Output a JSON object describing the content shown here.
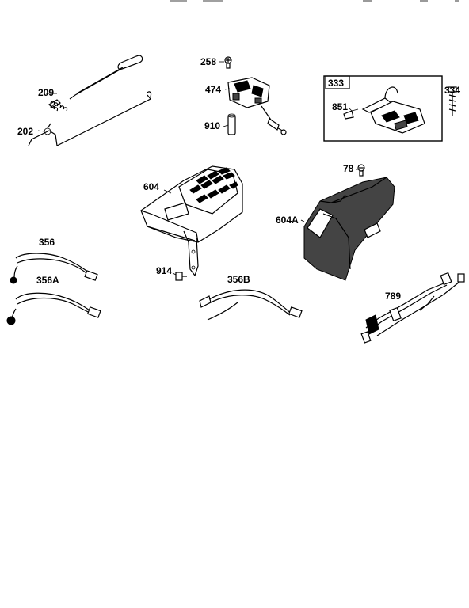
{
  "labels": {
    "p209": "209",
    "p202": "202",
    "p258": "258",
    "p474": "474",
    "p910": "910",
    "p333": "333",
    "p851": "851",
    "p334": "334",
    "p604": "604",
    "p78": "78",
    "p604A": "604A",
    "p356": "356",
    "p356A": "356A",
    "p914": "914",
    "p356B": "356B",
    "p789": "789"
  }
}
